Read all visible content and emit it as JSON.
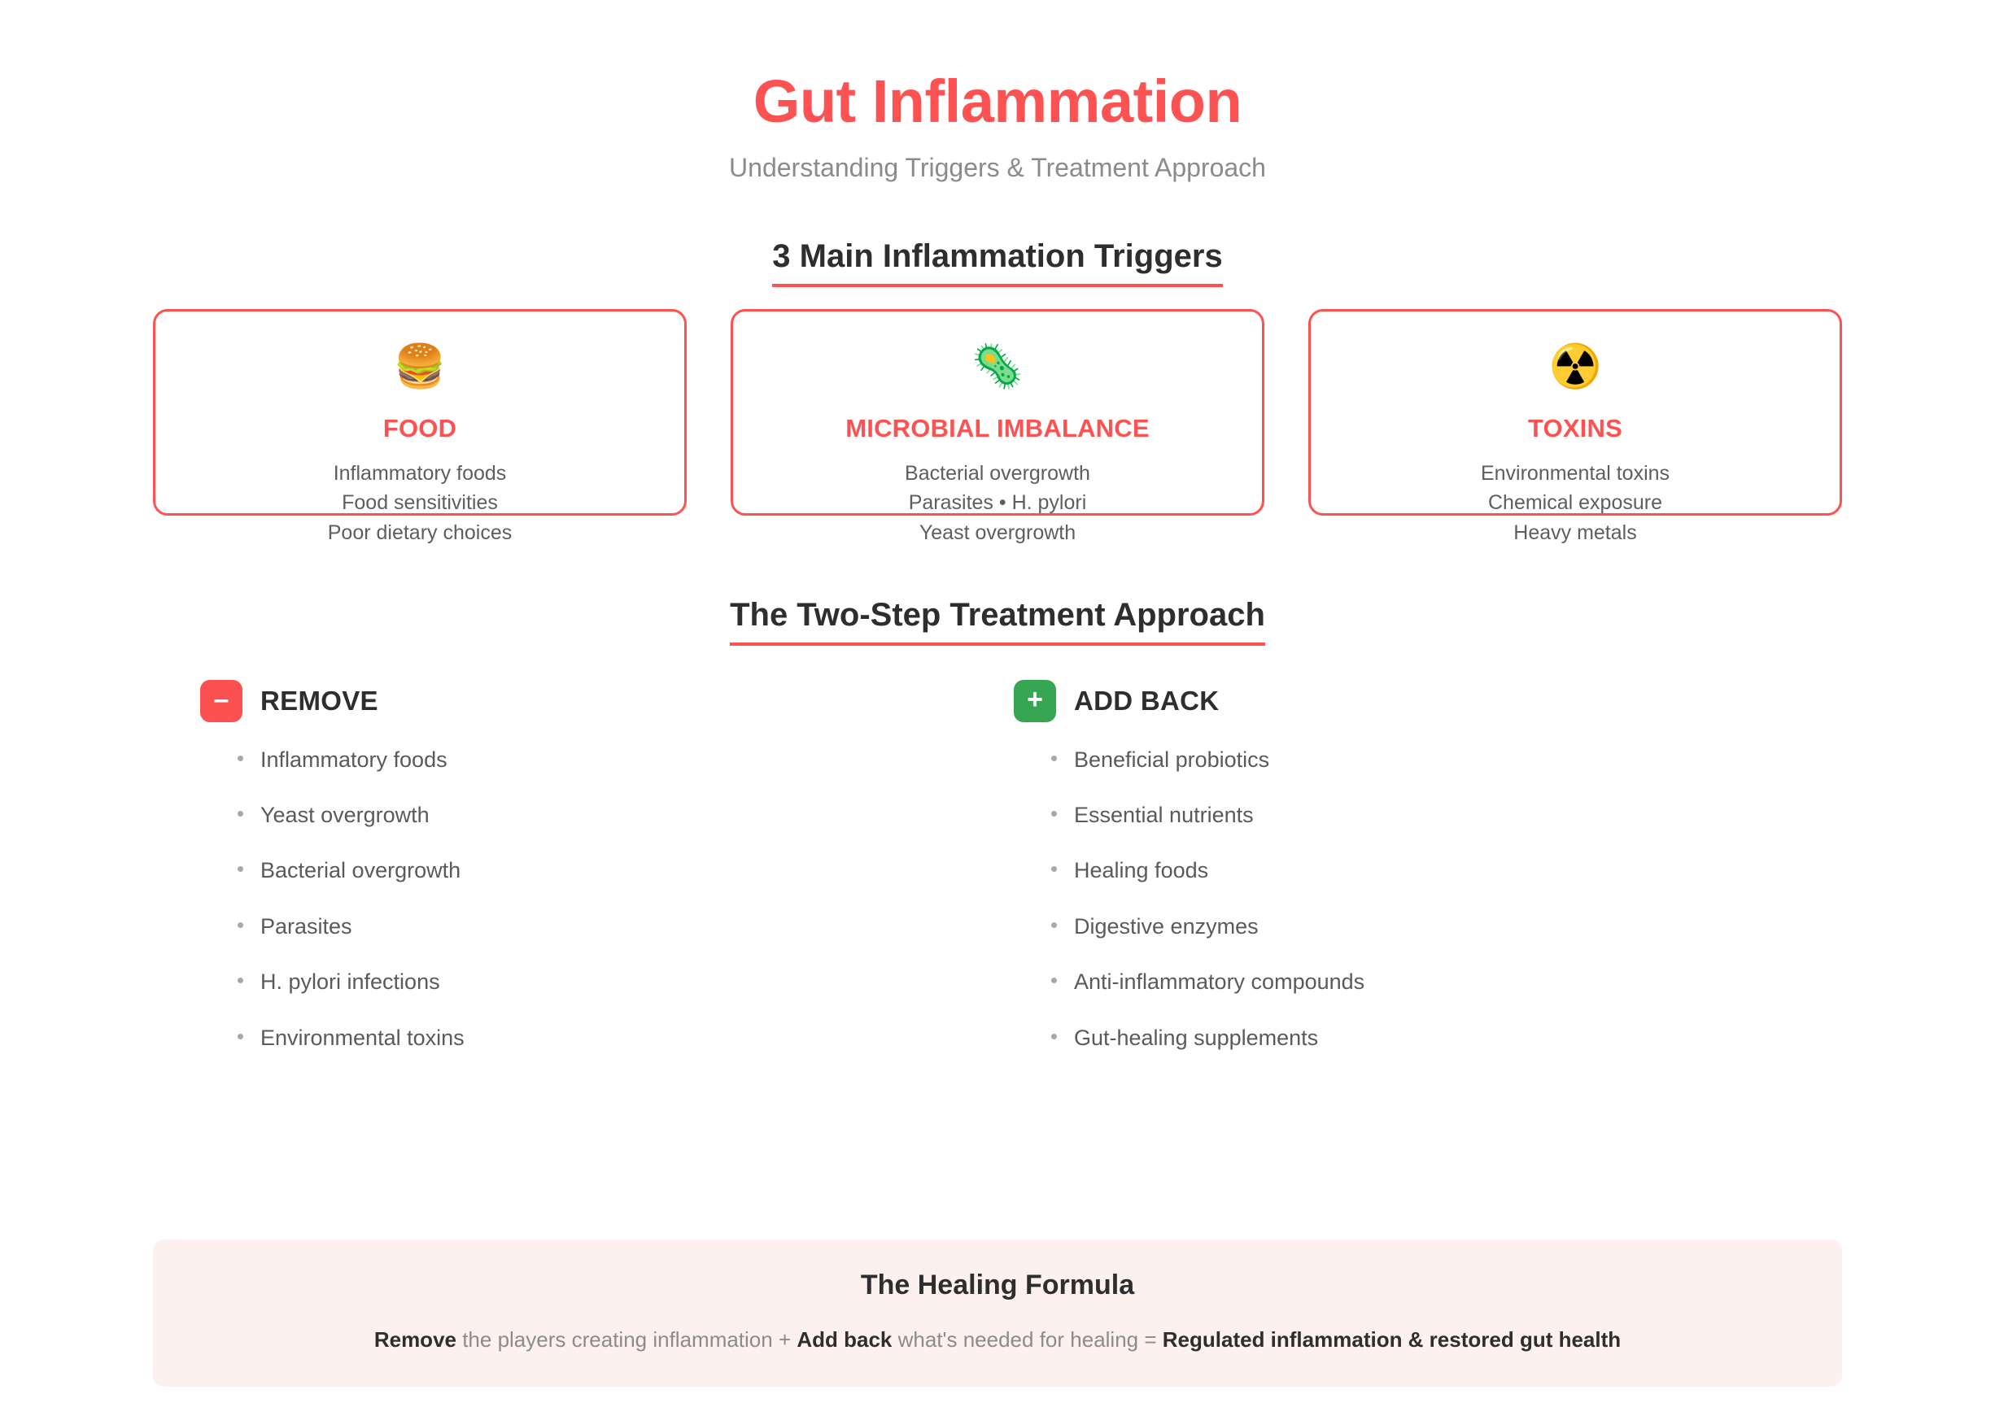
{
  "header": {
    "title": "Gut Inflammation",
    "subtitle": "Understanding Triggers & Treatment Approach",
    "title_color": "#fc5252",
    "subtitle_color": "#8b8b8b"
  },
  "triggers_section": {
    "heading": "3 Main Inflammation Triggers",
    "underline_color": "#fc5252",
    "cards": [
      {
        "icon": "🍔",
        "icon_name": "hamburger-icon",
        "title": "FOOD",
        "lines": [
          "Inflammatory foods",
          "Food sensitivities",
          "Poor dietary choices"
        ]
      },
      {
        "icon": "🦠",
        "icon_name": "microbe-icon",
        "title": "MICROBIAL IMBALANCE",
        "lines": [
          "Bacterial overgrowth",
          "Parasites • H. pylori",
          "Yeast overgrowth"
        ]
      },
      {
        "icon": "☢️",
        "icon_name": "radioactive-icon",
        "title": "TOXINS",
        "lines": [
          "Environmental toxins",
          "Chemical exposure",
          "Heavy metals"
        ]
      }
    ],
    "card_border_color": "#fc5252",
    "card_title_color": "#fc5252"
  },
  "treatment_section": {
    "heading": "The Two-Step Treatment Approach",
    "columns": [
      {
        "badge_glyph": "–",
        "badge_icon_name": "minus-icon",
        "badge_color": "#fb5151",
        "label": "REMOVE",
        "items": [
          "Inflammatory foods",
          "Yeast overgrowth",
          "Bacterial overgrowth",
          "Parasites",
          "H. pylori infections",
          "Environmental toxins"
        ]
      },
      {
        "badge_glyph": "+",
        "badge_icon_name": "plus-icon",
        "badge_color": "#37a652",
        "label": "ADD BACK",
        "items": [
          "Beneficial probiotics",
          "Essential nutrients",
          "Healing foods",
          "Digestive enzymes",
          "Anti-inflammatory compounds",
          "Gut-healing supplements"
        ]
      }
    ]
  },
  "formula": {
    "title": "The Healing Formula",
    "background": "#fdf1f0",
    "part1_bold": "Remove",
    "part2": " the players creating inflammation + ",
    "part3_bold": "Add back",
    "part4": " what's needed for healing = ",
    "part5_bold": "Regulated inflammation & restored gut health"
  }
}
